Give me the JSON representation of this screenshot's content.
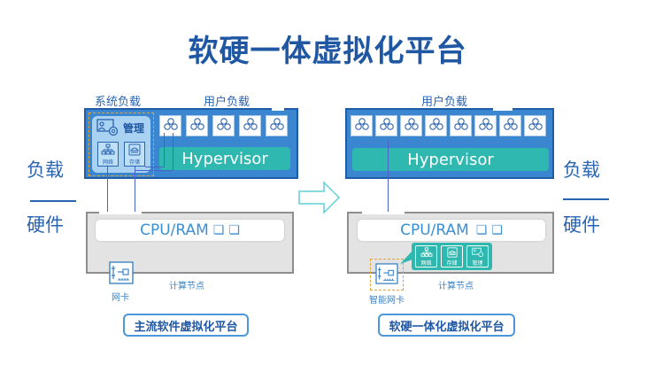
{
  "title": "软硬一体虚拟化平台",
  "side_labels": {
    "workload": "负载",
    "hardware": "硬件"
  },
  "left_diagram": {
    "system_workload_label": "系统负载",
    "user_workload_label": "用户负载",
    "management_label": "管理",
    "network_label": "网络",
    "storage_label": "存储",
    "vm_count": 5,
    "vm_icon": "cluster-icon",
    "hypervisor_label": "Hypervisor",
    "cpu_ram_label": "CPU/RAM",
    "nic_label": "网卡",
    "compute_node_label": "计算节点",
    "caption": "主流软件虚拟化平台"
  },
  "right_diagram": {
    "user_workload_label": "用户负载",
    "vm_count": 8,
    "vm_icon": "cluster-icon",
    "hypervisor_label": "Hypervisor",
    "cpu_ram_label": "CPU/RAM",
    "offload_tiles": [
      "网络",
      "存储",
      "管理"
    ],
    "nic_label": "智能网卡",
    "compute_node_label": "计算节点",
    "caption": "软硬一体化虚拟化平台"
  },
  "arrow_icon": "right-arrow-icon",
  "colors": {
    "title_blue": "#1f57a3",
    "panel_blue": "#3b86d1",
    "hypervisor_teal": "#2eb8b0",
    "hardware_gray": "#e3e3e3",
    "dash_orange": "#e1a43a"
  }
}
